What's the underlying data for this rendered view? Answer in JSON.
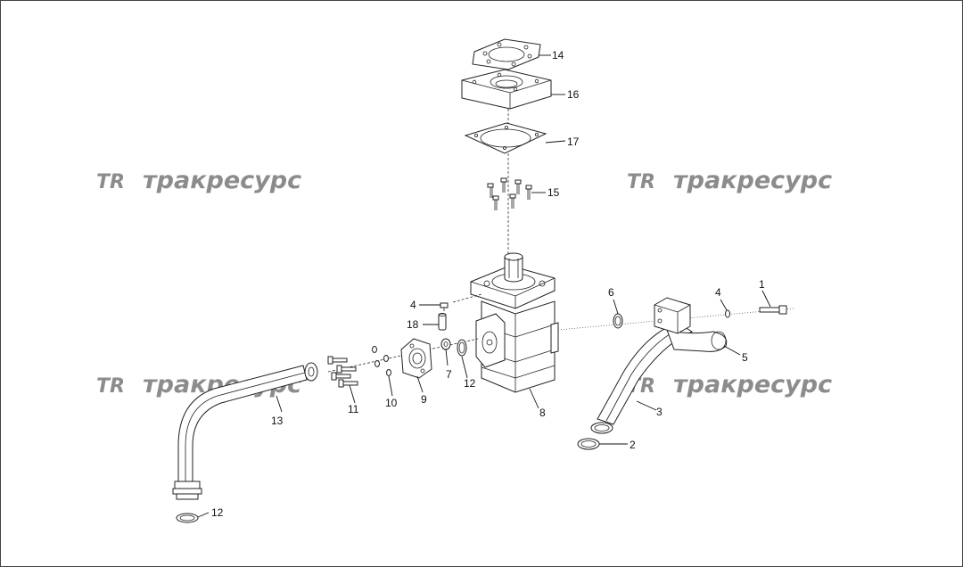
{
  "watermark": {
    "logo": "TR",
    "text": "тракресурс"
  },
  "callouts": {
    "c1": "1",
    "c2": "2",
    "c3": "3",
    "c4a": "4",
    "c4b": "4",
    "c5": "5",
    "c6": "6",
    "c7": "7",
    "c8": "8",
    "c9": "9",
    "c10": "10",
    "c11": "11",
    "c12a": "12",
    "c12b": "12",
    "c13": "13",
    "c14": "14",
    "c15": "15",
    "c16": "16",
    "c17": "17",
    "c18": "18"
  }
}
